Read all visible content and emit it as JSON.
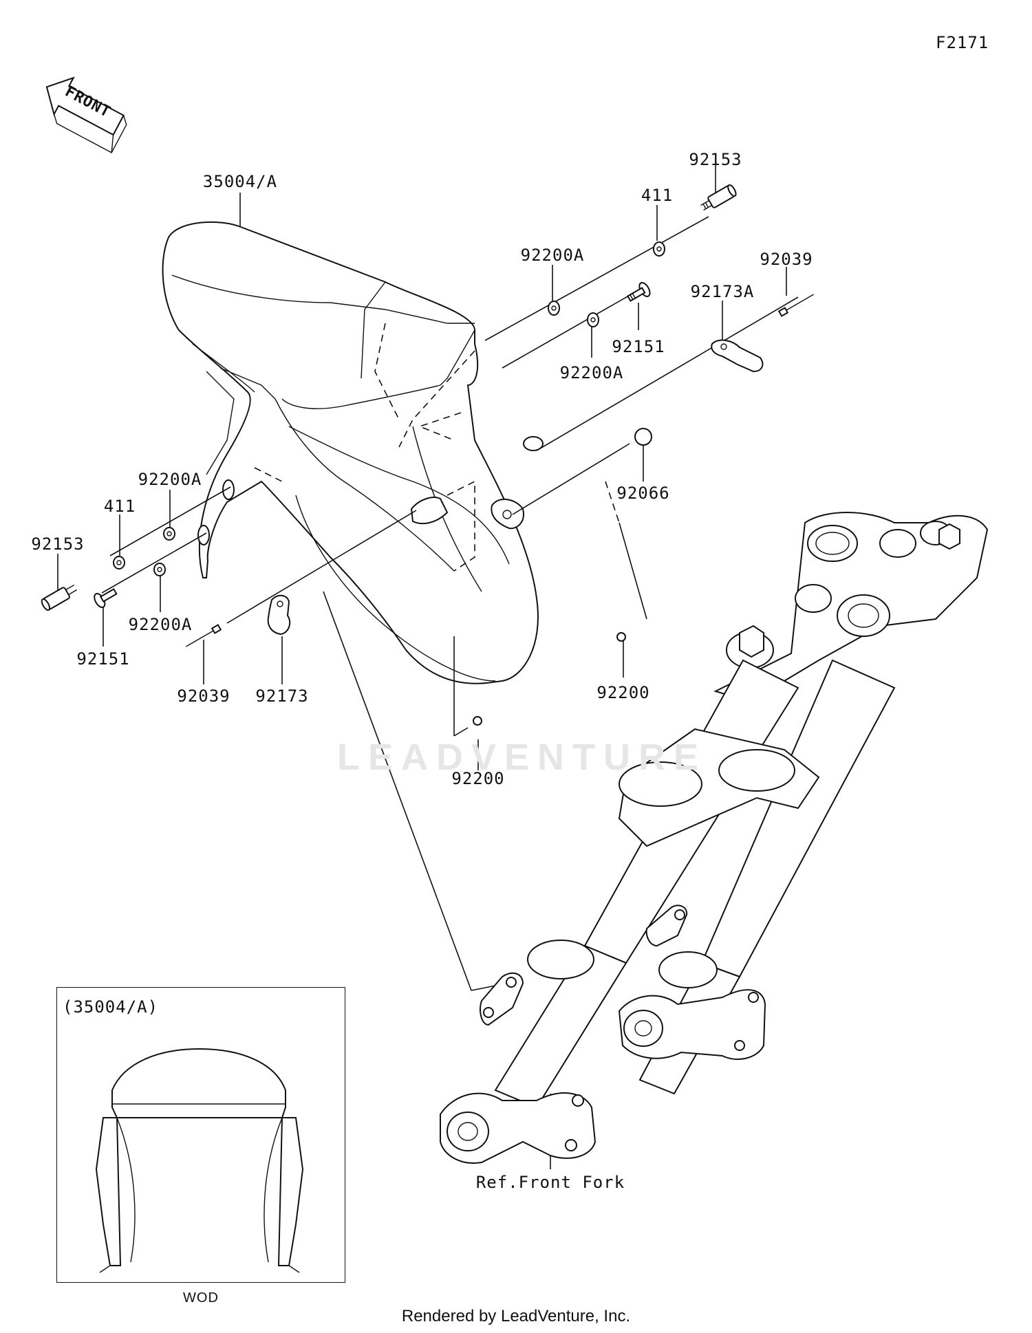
{
  "figure_code": "F2171",
  "front_label": "FRONT",
  "watermark": "LEADVENTURE",
  "callouts": {
    "fender_main": "35004/A",
    "collar_right": "92153",
    "washer411_right": "411",
    "washer_a_right_top": "92200A",
    "bolt_right": "92151",
    "washer_a_right_bottom": "92200A",
    "clamp_right": "92173A",
    "clip_right": "92039",
    "grommet": "92066",
    "nut_right": "92200",
    "nut_center": "92200",
    "washer_a_left_top": "92200A",
    "washer411_left": "411",
    "collar_left": "92153",
    "bolt_left": "92151",
    "washer_a_left_bottom": "92200A",
    "clip_left": "92039",
    "clamp_left": "92173",
    "front_fork_ref": "Ref.Front Fork"
  },
  "inset": {
    "title": "(35004/A)",
    "caption": "WOD"
  },
  "footer": "Rendered by LeadVenture, Inc."
}
